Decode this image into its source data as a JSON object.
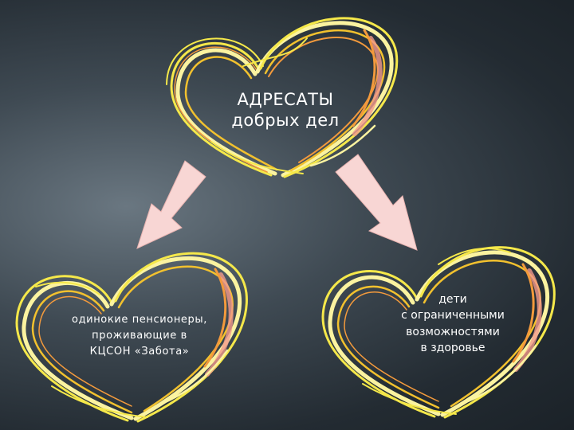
{
  "diagram": {
    "top_heart": {
      "line1": "АДРЕСАТЫ",
      "line2": "добрых  дел"
    },
    "left_heart": {
      "line1": "одинокие  пенсионеры,",
      "line2": "проживающие  в",
      "line3": "КЦСОН «Забота»"
    },
    "right_heart": {
      "line1": "дети",
      "line2": "с ограниченными",
      "line3": "возможностями",
      "line4": "в здоровье"
    },
    "colors": {
      "heart_yellow": "#f5e84a",
      "heart_gold": "#f2c12e",
      "heart_orange": "#f39a3c",
      "heart_pink": "#f29a8c",
      "heart_pale": "#fbf3a0",
      "arrow_fill": "#f8d6d4",
      "background_dark": "#1b2228",
      "text": "#ffffff"
    }
  }
}
